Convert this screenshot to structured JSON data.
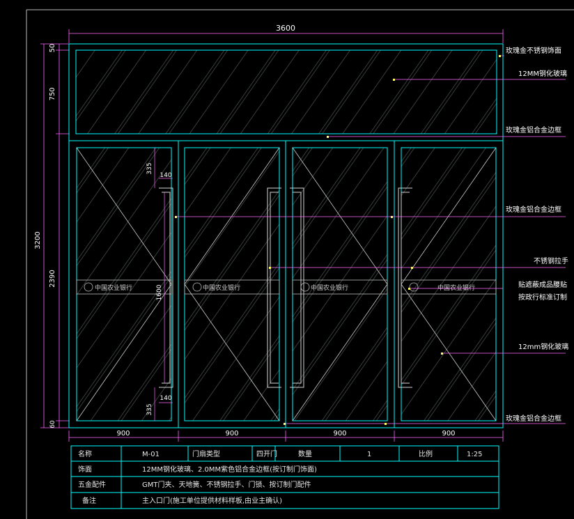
{
  "dimensions": {
    "overall_width": "3600",
    "top_margin": "50",
    "transom_height": "750",
    "total_height": "3200",
    "door_height": "2390",
    "bottom_margin": "60",
    "handle_width": "140",
    "handle_top_offset": "335",
    "handle_bottom_offset": "335",
    "handle_length": "1600",
    "leaf_widths": [
      "900",
      "900",
      "900",
      "900"
    ]
  },
  "callouts": [
    "玫瑰金不锈钢饰面",
    "12MM钢化玻璃",
    "玫瑰金铝合金边框",
    "玫瑰金铝合金边框",
    "不锈钢拉手",
    "贴遮蔽成品腰贴",
    "按政行标准订制",
    "12mm钢化玻璃",
    "玫瑰金铝合金边框"
  ],
  "logo_text": "中国农业银行",
  "title_block": {
    "r1": {
      "name_label": "名称",
      "name_value": "M-01",
      "type_label": "门扇类型",
      "type_value": "四开门",
      "qty_label": "数量",
      "qty_value": "1",
      "scale_label": "比例",
      "scale_value": "1:25"
    },
    "r2": {
      "label": "饰面",
      "value": "12MM钢化玻璃、2.0MM紫色铝合金边框(按订制门饰面)"
    },
    "r3": {
      "label": "五金配件",
      "value": "GMT门夹、天地簧、不锈钢拉手、门锁、按订制门配件"
    },
    "r4": {
      "label": "备注",
      "value": "主入口门(施工单位提供材料样板,由业主确认)"
    }
  },
  "colors": {
    "background": "#000000",
    "outline": "#00ffff",
    "dimension": "#ff66ff",
    "handle": "#d8d8d8",
    "hatch": "#7f8a8a",
    "callout_dot": "#ffff66"
  }
}
